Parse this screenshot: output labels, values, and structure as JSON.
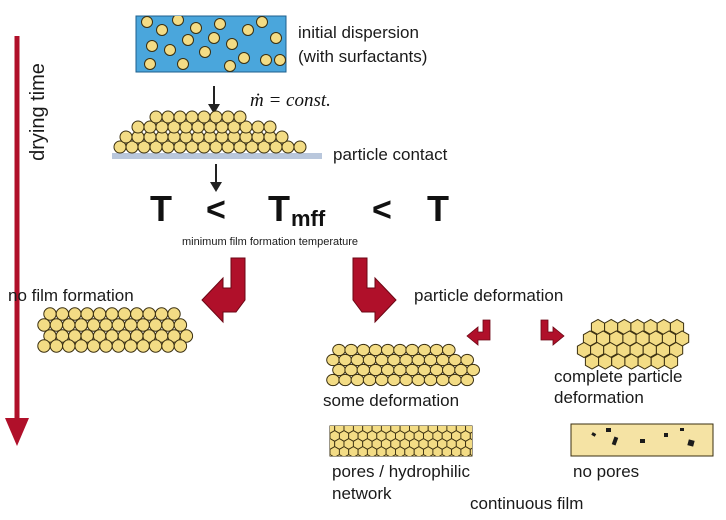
{
  "side_axis": {
    "label": "drying time"
  },
  "steps": {
    "initial": "initial dispersion\n(with surfactants)",
    "rate_equation": "ṁ = const.",
    "contact": "particle contact"
  },
  "temperature_comparison": {
    "left_symbol": "T",
    "left_operator": "<",
    "tmff_main": "T",
    "tmff_sub": "mff",
    "right_operator": "<",
    "right_symbol": "T",
    "caption": "minimum film formation temperature"
  },
  "branches": {
    "no_film": "no film formation",
    "deformation": "particle deformation",
    "some_deformation": "some deformation",
    "complete_deformation": "complete particle\ndeformation",
    "pores": "pores / hydrophilic\nnetwork",
    "no_pores": "no pores",
    "continuous_film": "continuous film"
  },
  "colors": {
    "arrow_red": "#b0102a",
    "particle_fill": "#f3dc85",
    "particle_stroke": "#3a2f10",
    "dispersion_bg": "#4aa6dc",
    "substrate": "#b9c7dc",
    "film_bg": "#f5e3a4"
  }
}
